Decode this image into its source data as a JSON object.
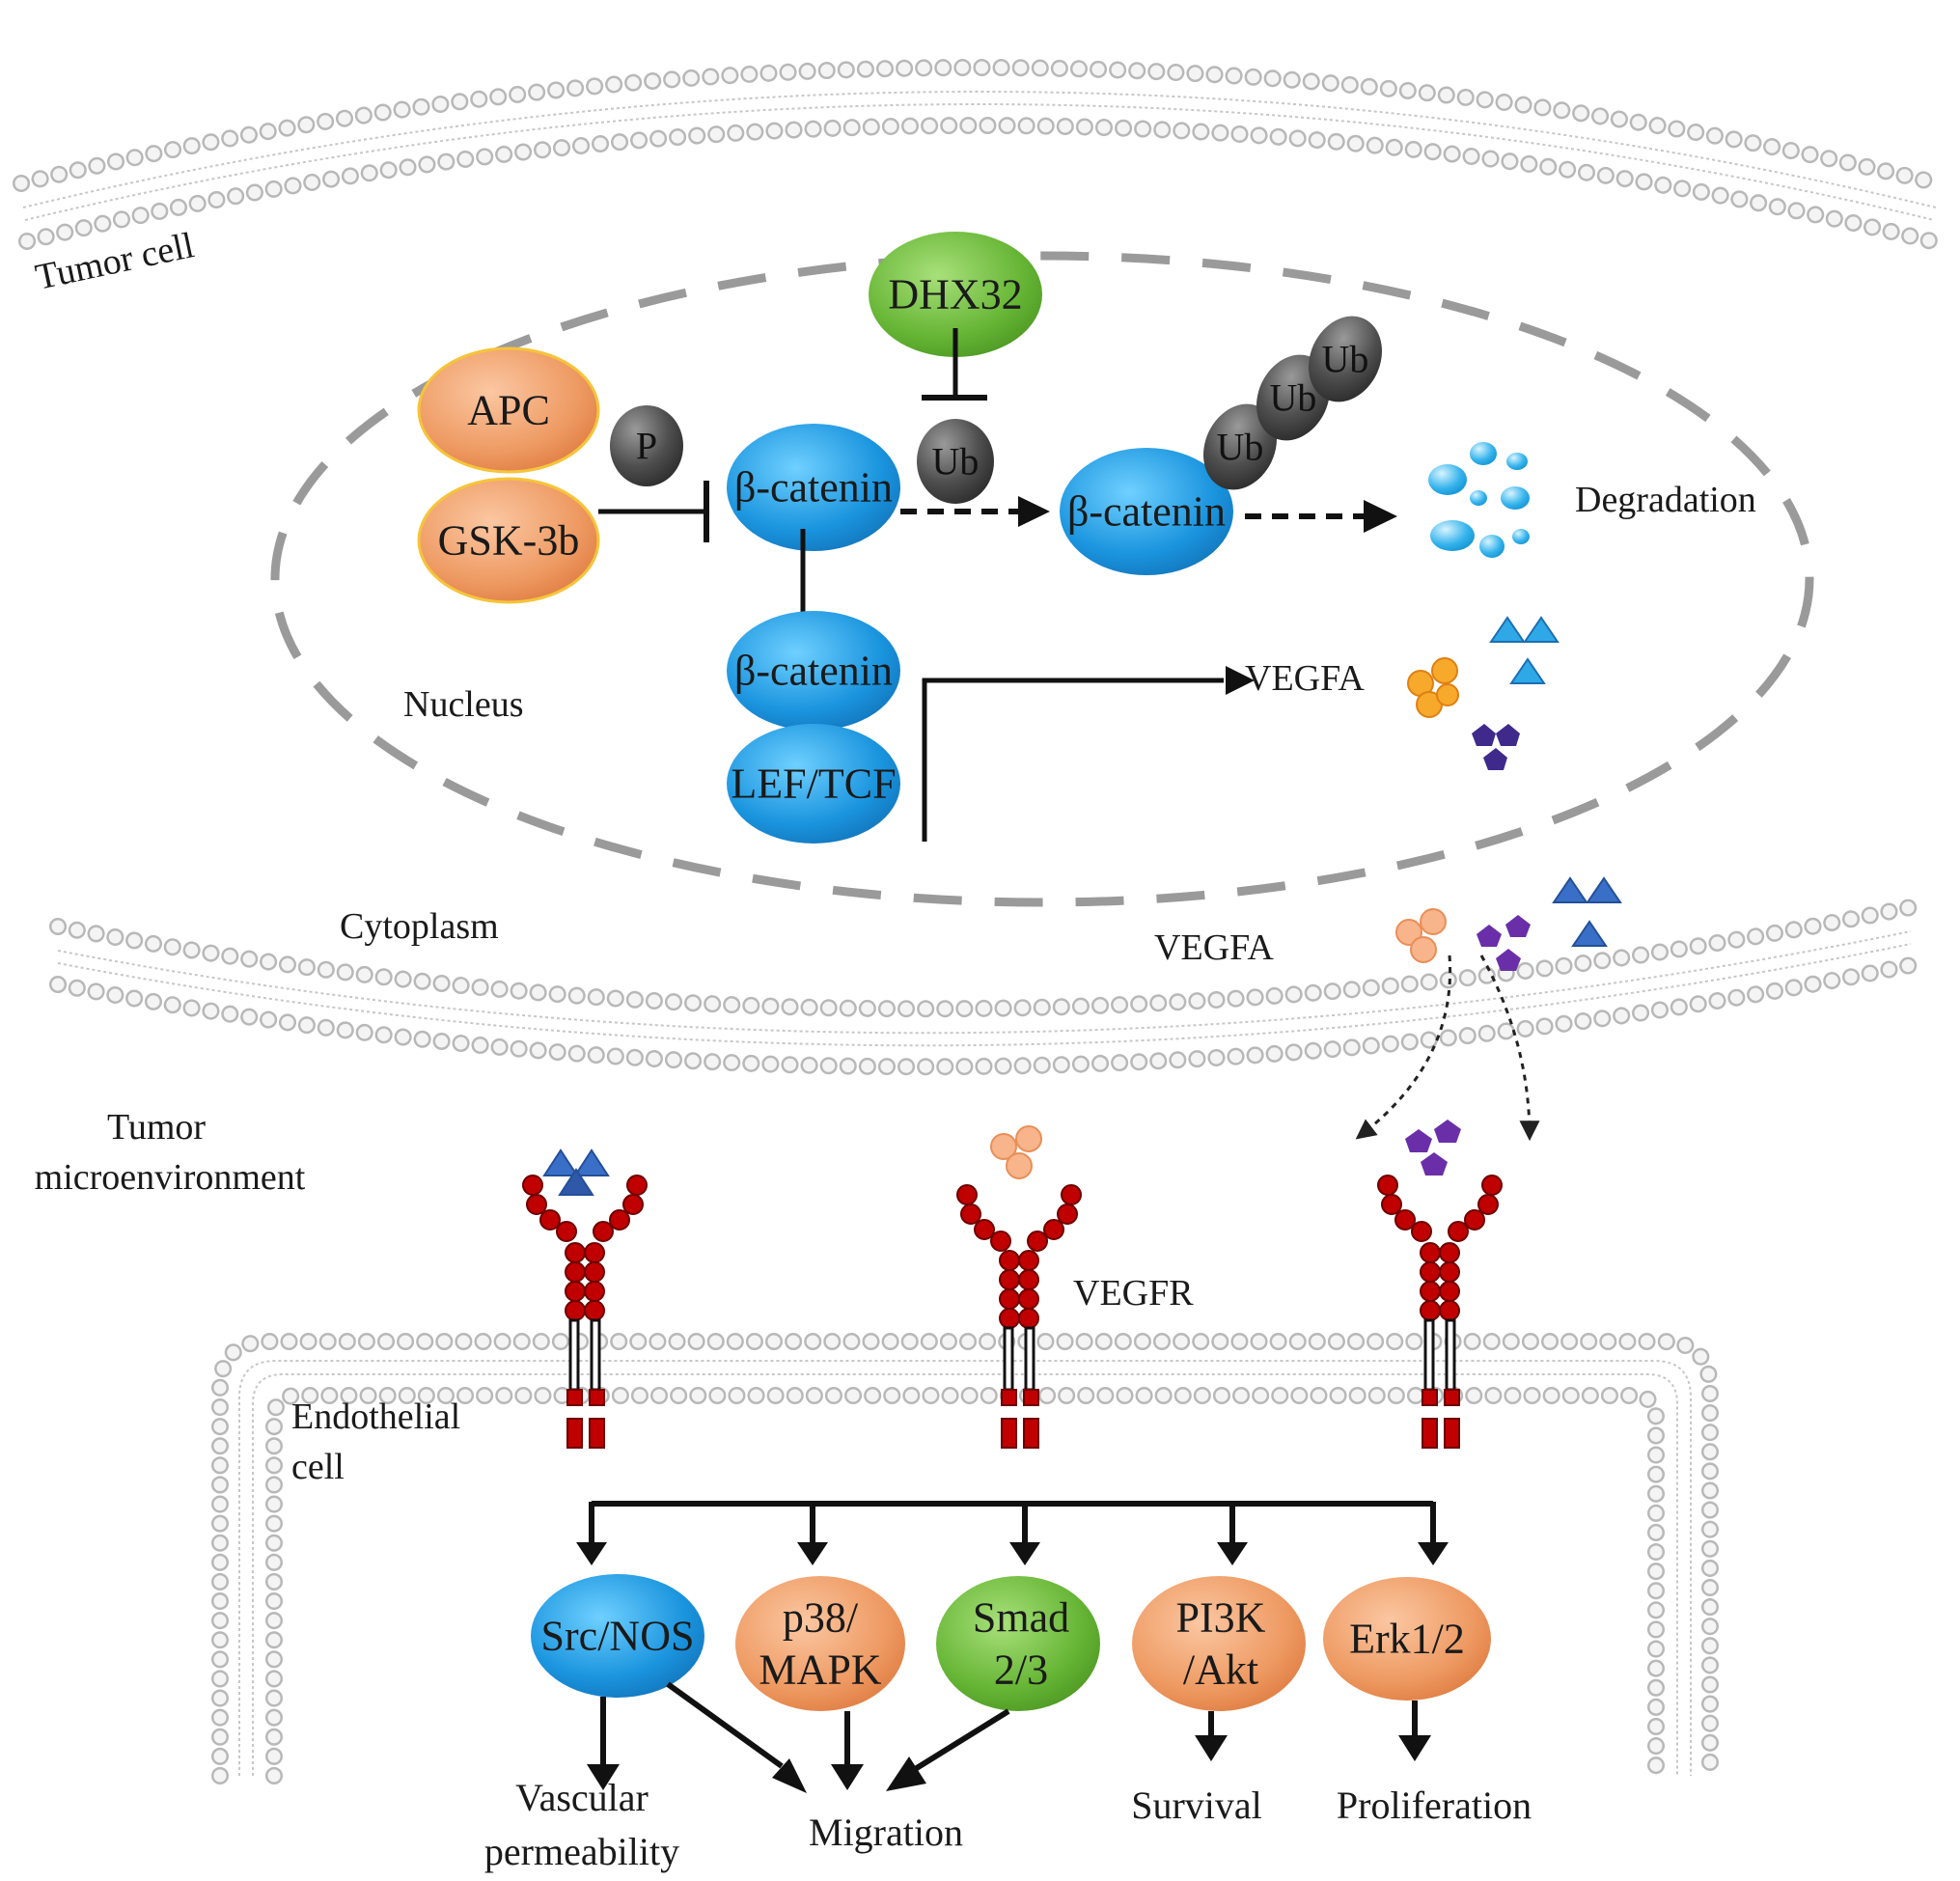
{
  "labels": {
    "tumor_cell": "Tumor cell",
    "nucleus": "Nucleus",
    "cytoplasm": "Cytoplasm",
    "tumor_microenvironment_line1": "Tumor",
    "tumor_microenvironment_line2": "microenvironment",
    "endothelial_line1": "Endothelial",
    "endothelial_line2": "cell",
    "degradation": "Degradation",
    "vegfa_nucleus": "VEGFA",
    "vegfa_cytoplasm": "VEGFA",
    "vegfr": "VEGFR"
  },
  "nodes": {
    "apc": "APC",
    "gsk3b": "GSK-3b",
    "p": "P",
    "beta_catenin_1": "β-catenin",
    "beta_catenin_2": "β-catenin",
    "beta_catenin_3": "β-catenin",
    "lef_tcf": "LEF/TCF",
    "dhx32": "DHX32",
    "ub_1": "Ub",
    "ub_2": "Ub",
    "ub_3": "Ub",
    "ub_4": "Ub"
  },
  "pathways": [
    {
      "line1": "Src/NOS",
      "line2": "",
      "color": "#1f97df"
    },
    {
      "line1": "p38/",
      "line2": "MAPK",
      "color": "#ef9a63"
    },
    {
      "line1": "Smad",
      "line2": "2/3",
      "color": "#69b63a"
    },
    {
      "line1": "PI3K",
      "line2": "/Akt",
      "color": "#ef9a63"
    },
    {
      "line1": "Erk1/2",
      "line2": "",
      "color": "#ef9a63"
    }
  ],
  "outcomes": {
    "vascular_line1": "Vascular",
    "vascular_line2": "permeability",
    "migration": "Migration",
    "survival": "Survival",
    "proliferation": "Proliferation"
  },
  "colors": {
    "blue_node": "#1f97df",
    "orange_node": "#ef9a63",
    "green_node": "#69b63a",
    "gray_ub": "#4a4a4a",
    "membrane": "#c8c8c8",
    "receptor_red": "#c00000",
    "ligand_orange": "#f2a26e",
    "ligand_purple": "#6a2fa8",
    "ligand_blue": "#3a6fc7",
    "degradation_blue": "#2fb0ea"
  }
}
